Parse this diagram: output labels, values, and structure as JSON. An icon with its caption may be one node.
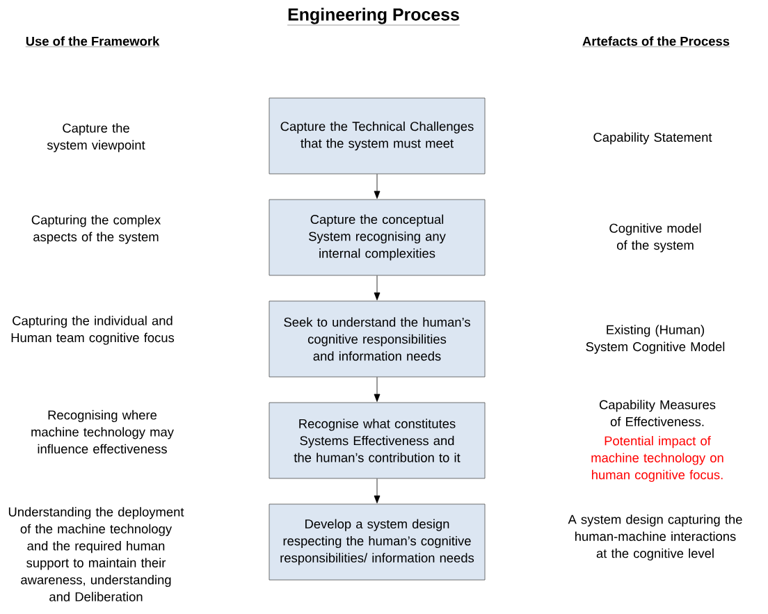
{
  "diagram": {
    "title": "Engineering Process",
    "nodes": [
      {
        "text": [
          "Capture the Technical Challenges that the system must meet"
        ]
      },
      {
        "text": [
          "Capture the conceptual System recognising any internal complexities"
        ]
      },
      {
        "text": [
          "Seek to understand the human’s cognitive responsibilities and information needs"
        ]
      },
      {
        "text": [
          "Recognise what constitutes Systems Effectiveness and the human’s contribution to it"
        ]
      },
      {
        "text": [
          "Develop a system design respecting the human’s cognitive responsibilities/ information needs"
        ]
      }
    ],
    "edges": [
      {
        "from": 0,
        "to": 1,
        "arrow": "to"
      },
      {
        "from": 1,
        "to": 2,
        "arrow": "to"
      },
      {
        "from": 2,
        "to": 3,
        "arrow": "to"
      },
      {
        "from": 3,
        "to": 4,
        "arrow": "to"
      }
    ],
    "labels": [
      "Use of the Framework",
      "Artefacts of the Process",
      "Capture the system viewpoint",
      "Capability Statement",
      "Capturing the complex aspects of the system",
      "Cognitive model of the system",
      "Capturing the individual and Human team cognitive focus",
      "Existing (Human) System Cognitive Model",
      "Recognising where machine technology may influence effectiveness",
      "Capability Measures of Effectiveness.",
      "Potential impact of machine technology on human cognitive focus.",
      "Understanding the deployment of the machine technology and the required human support to maintain their awareness, understanding and Deliberation",
      "A system design capturing the human-machine interactions at the cognitive level"
    ]
  }
}
